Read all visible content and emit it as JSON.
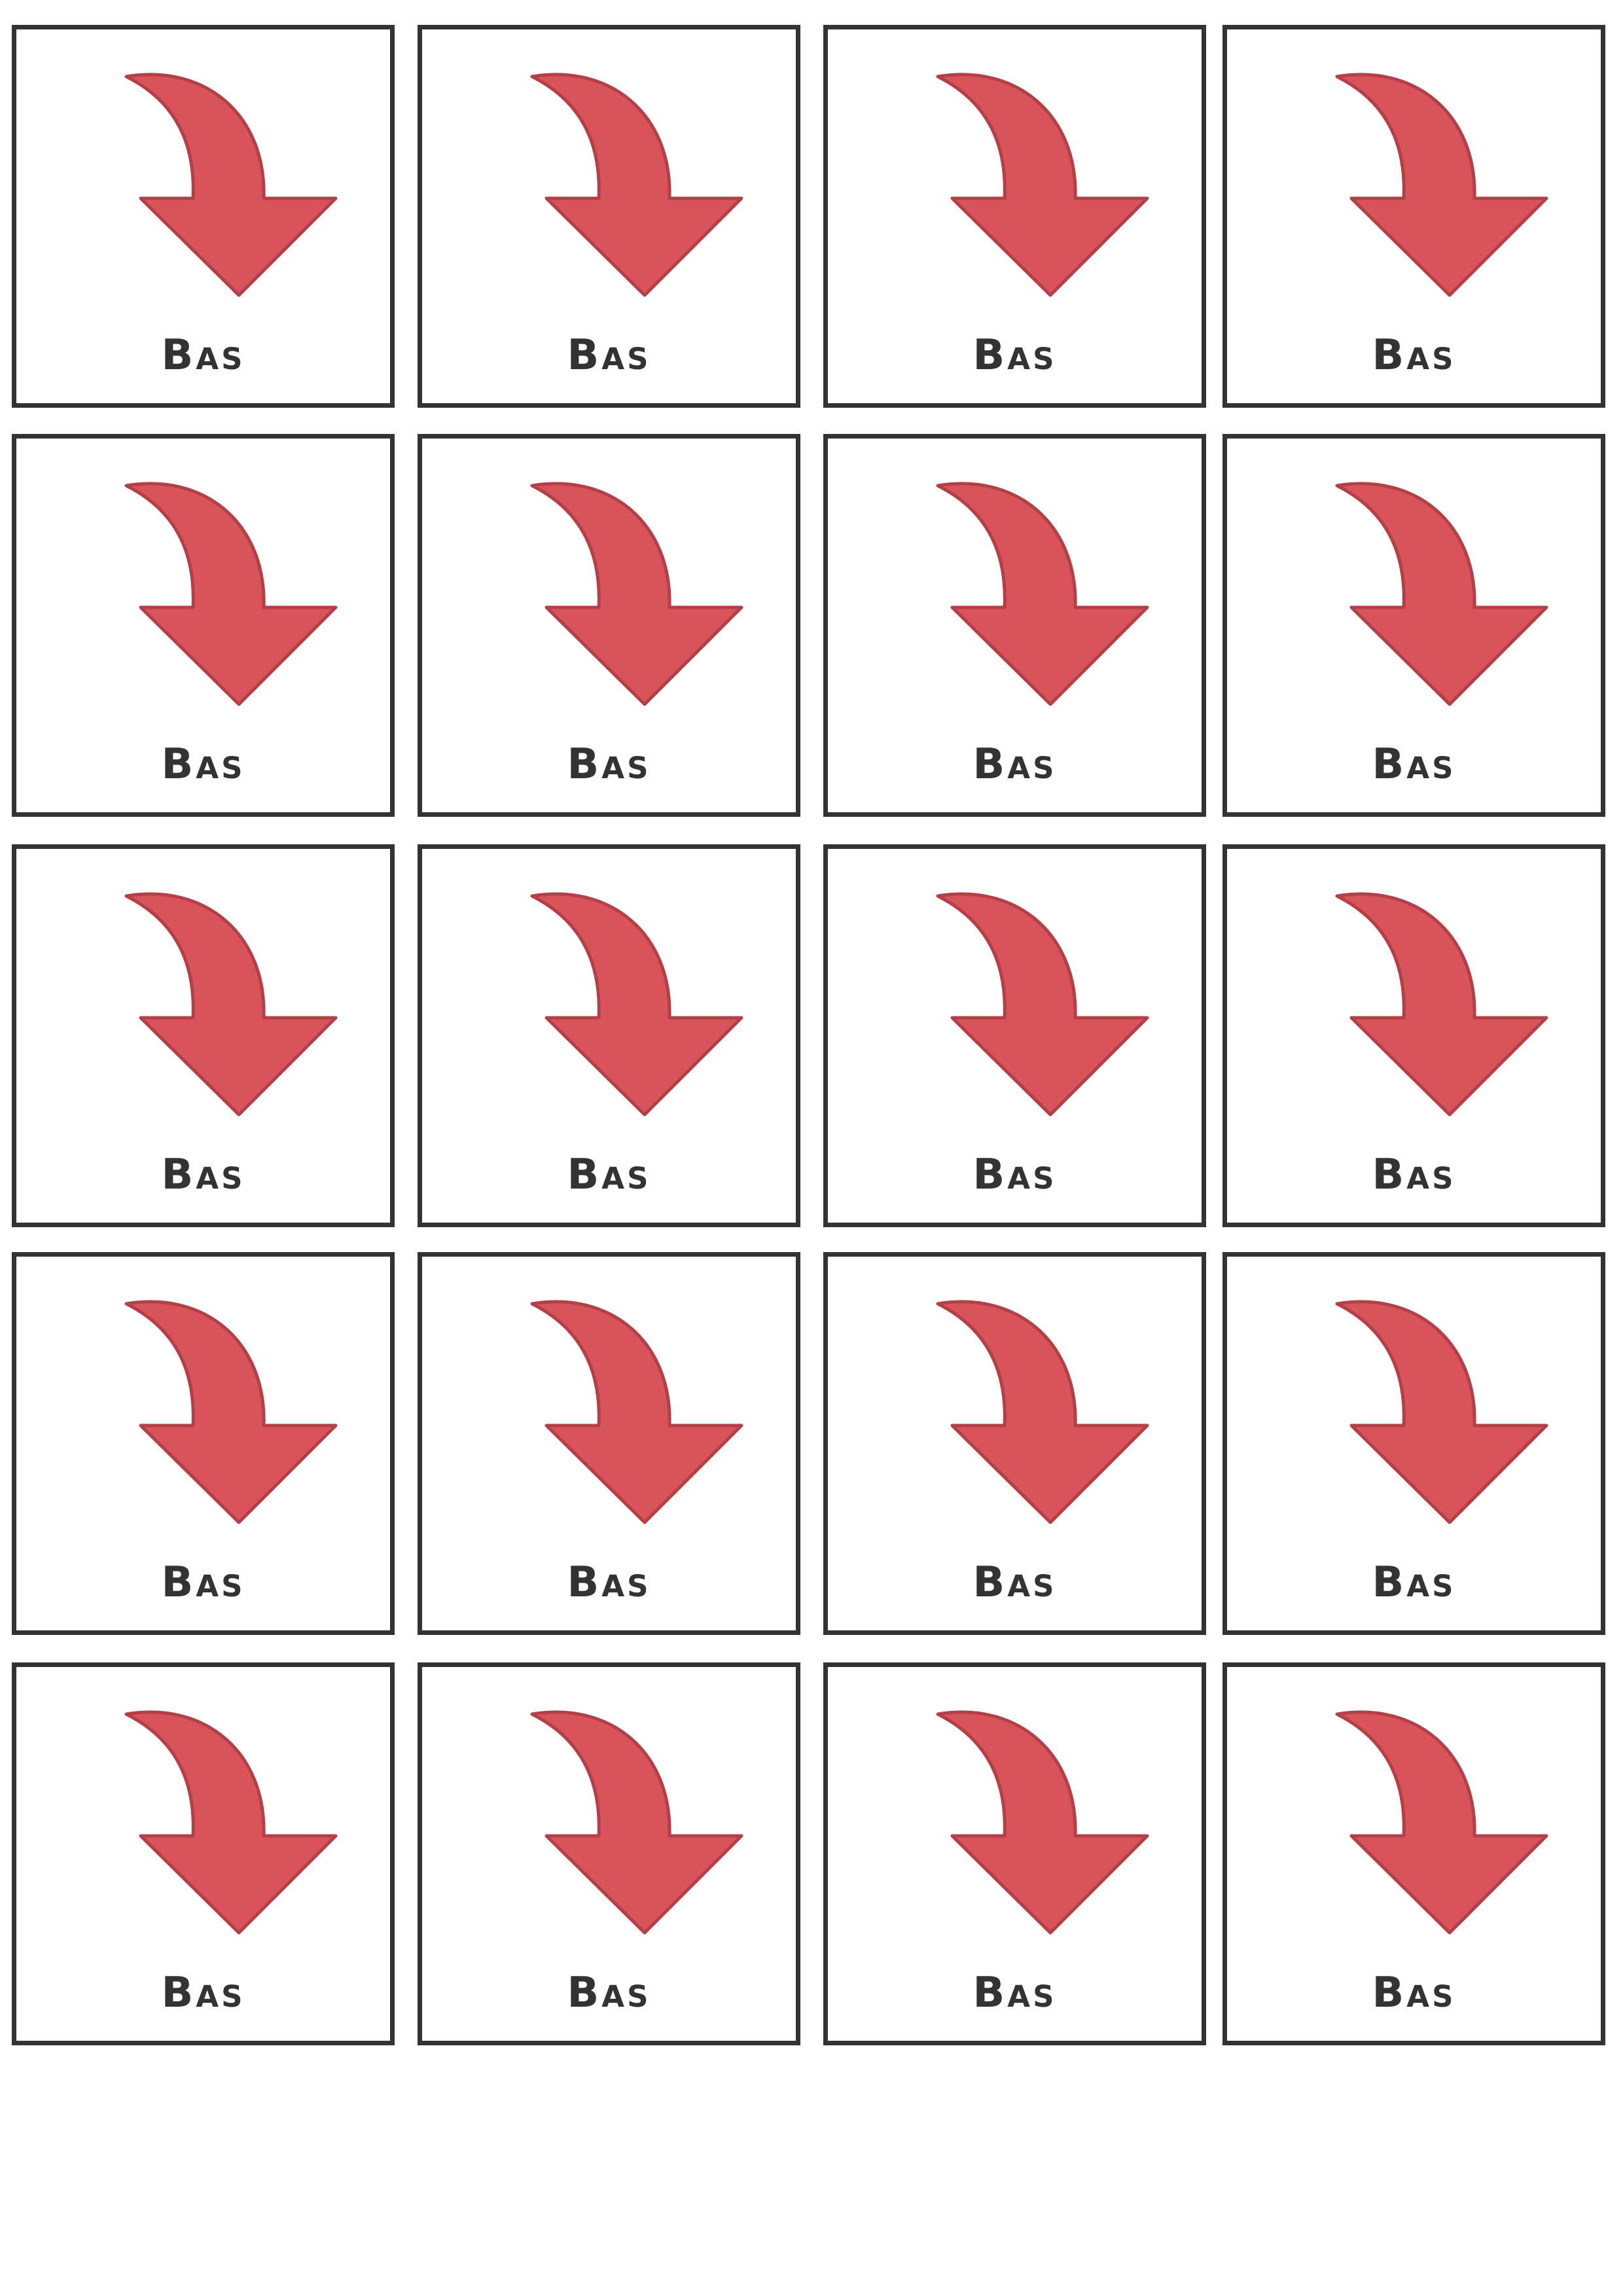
{
  "sheet": {
    "card_label": "Bas",
    "icon": "curved-down-arrow-icon",
    "arrow_color": "#d9545a",
    "arrow_outline_color": "#b53f46",
    "border_color": "#333333",
    "rows": 5,
    "columns": 4
  }
}
